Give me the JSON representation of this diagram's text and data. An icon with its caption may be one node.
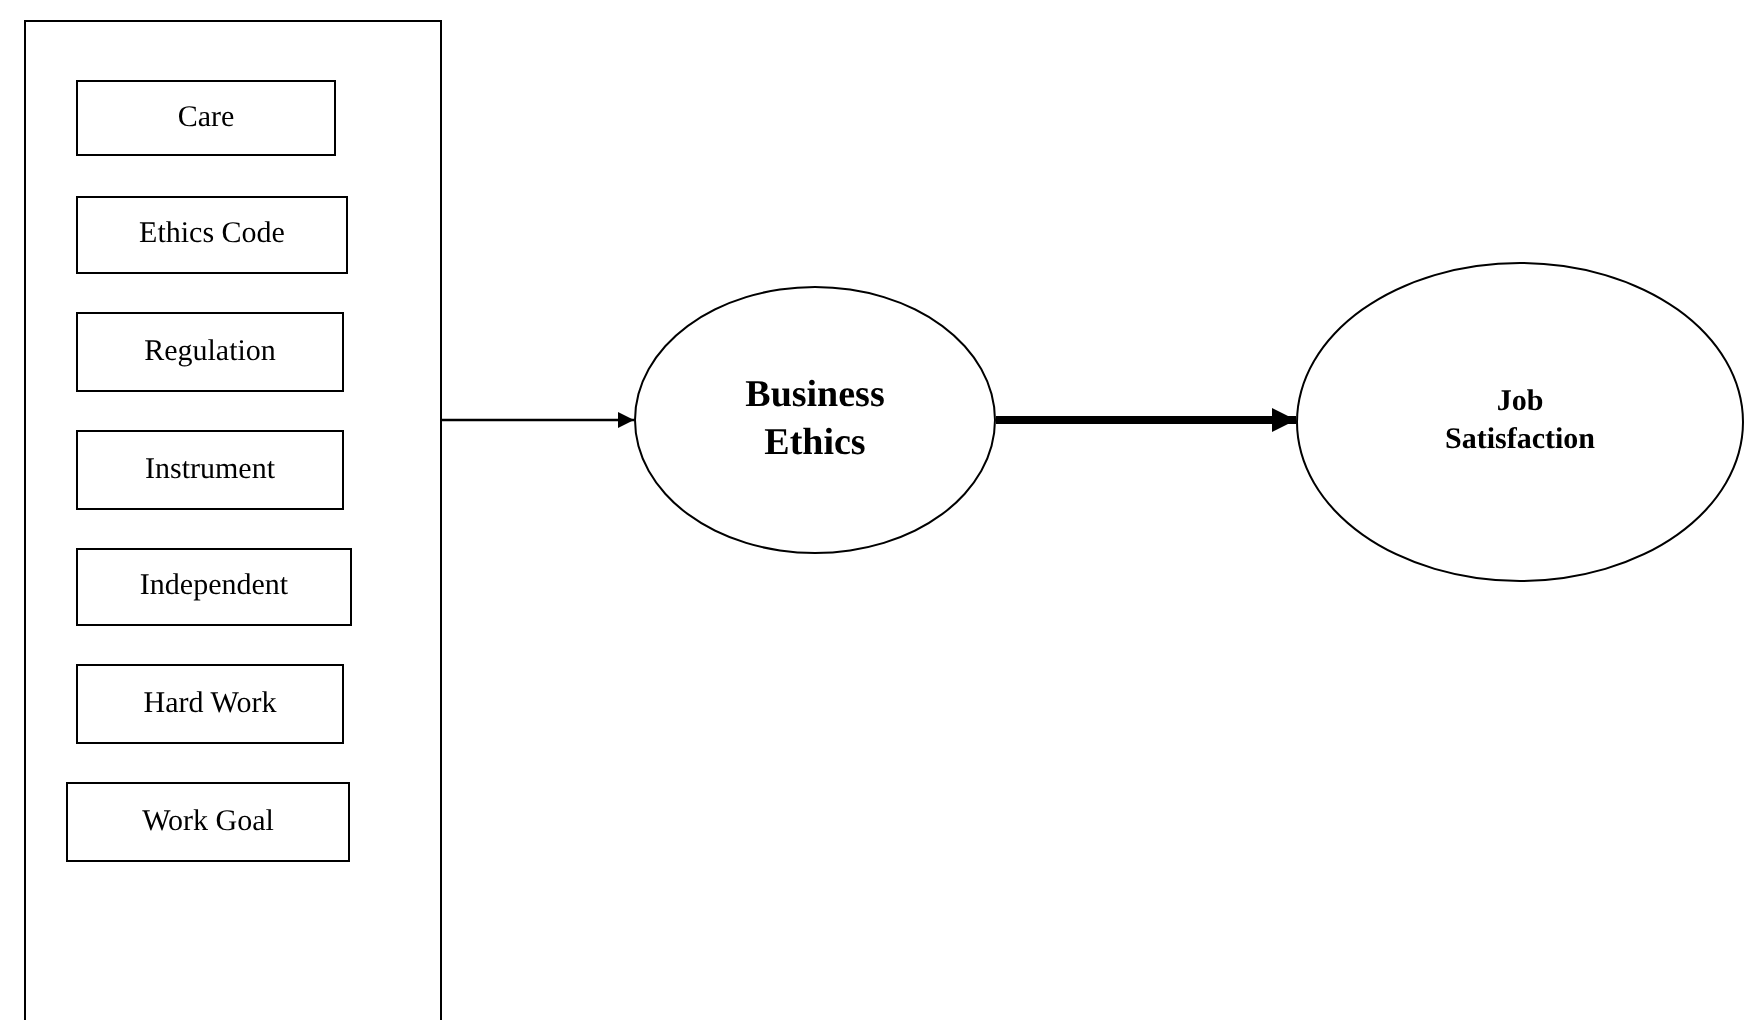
{
  "diagram": {
    "nodes": [
      {
        "text": [],
        "shape": "box"
      },
      {
        "text": [
          "Care"
        ],
        "in": 0
      },
      {
        "text": [
          "Ethics Code"
        ],
        "in": 0
      },
      {
        "text": [
          "Regulation"
        ],
        "in": 0
      },
      {
        "text": [
          "Instrument"
        ],
        "in": 0
      },
      {
        "text": [
          "Independent"
        ],
        "in": 0
      },
      {
        "text": [
          "Hard Work"
        ],
        "in": 0
      },
      {
        "text": [
          "Work Goal"
        ],
        "in": 0
      },
      {
        "text": [
          "Business Ethics"
        ]
      },
      {
        "text": [
          "Job Satisfaction"
        ]
      }
    ],
    "edges": [
      {
        "from": 0,
        "to": 8,
        "arrow": "to"
      },
      {
        "from": 8,
        "to": 9,
        "arrow": "to",
        "style": "thick"
      }
    ]
  }
}
